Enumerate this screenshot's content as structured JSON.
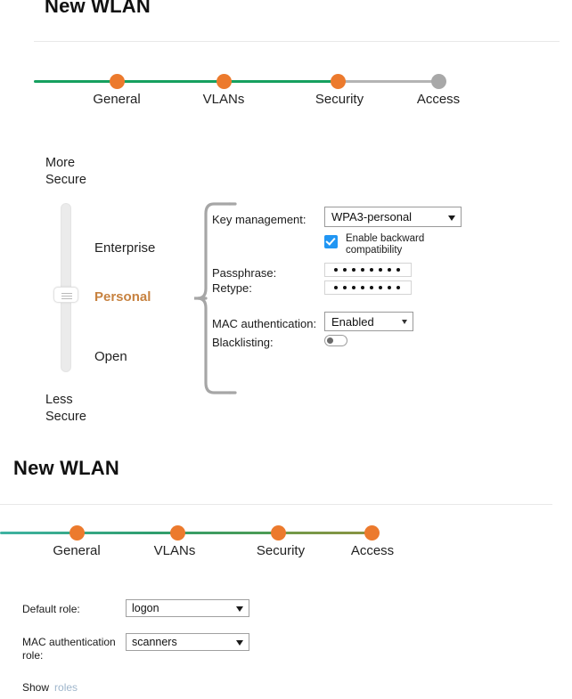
{
  "section1": {
    "title": "New WLAN",
    "stepper": {
      "steps": [
        {
          "label": "General",
          "state": "done"
        },
        {
          "label": "VLANs",
          "state": "done"
        },
        {
          "label": "Security",
          "state": "current"
        },
        {
          "label": "Access",
          "state": "pending"
        }
      ],
      "done_color": "#16a05f",
      "pending_color": "#b4b4b4",
      "dot_color": "#ec7a2d",
      "pending_dot_color": "#a8a8a8"
    },
    "security_slider": {
      "top_caption": "More\nSecure",
      "bottom_caption": "Less\nSecure",
      "levels": [
        "Enterprise",
        "Personal",
        "Open"
      ],
      "selected": "Personal",
      "selected_color": "#c78240"
    },
    "form": {
      "key_management_label": "Key management:",
      "key_management_value": "WPA3-personal",
      "backward_compat_label": "Enable backward compatibility",
      "backward_compat_checked": true,
      "checkbox_color": "#2196f3",
      "passphrase_label": "Passphrase:",
      "passphrase_value": "••••••••",
      "retype_label": "Retype:",
      "retype_value": "••••••••",
      "mac_auth_label": "MAC authentication:",
      "mac_auth_value": "Enabled",
      "blacklisting_label": "Blacklisting:",
      "blacklisting_on": false
    }
  },
  "section2": {
    "title": "New WLAN",
    "stepper": {
      "steps": [
        {
          "label": "General",
          "state": "done"
        },
        {
          "label": "VLANs",
          "state": "done"
        },
        {
          "label": "Security",
          "state": "done"
        },
        {
          "label": "Access",
          "state": "current"
        }
      ],
      "dot_color": "#ec7a2d"
    },
    "form": {
      "default_role_label": "Default role:",
      "default_role_value": "logon",
      "mac_auth_role_label": "MAC authentication role:",
      "mac_auth_role_value": "scanners",
      "show_label": "Show",
      "show_link": "roles",
      "link_color": "#9fb6cc"
    }
  }
}
